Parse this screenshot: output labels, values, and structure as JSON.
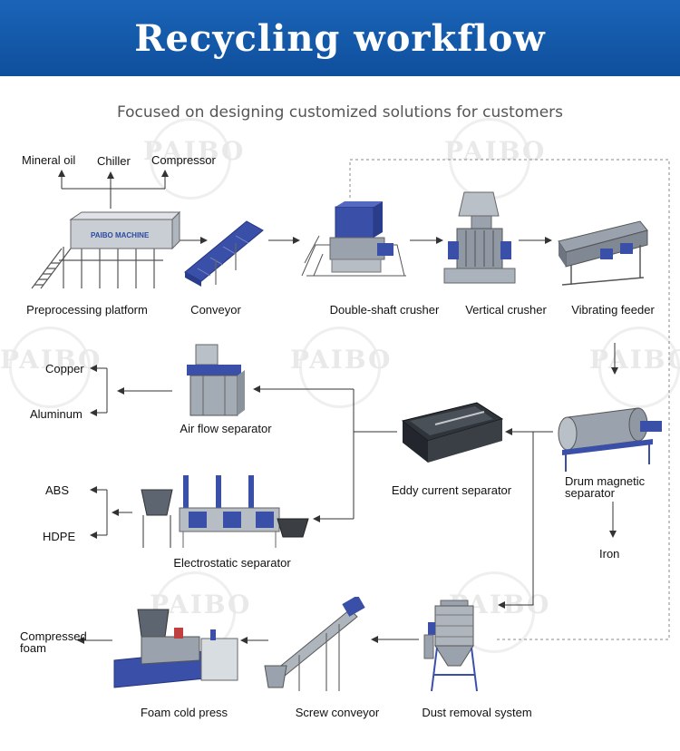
{
  "header": {
    "title": "Recycling workflow",
    "color": "#1a64b8"
  },
  "subtitle": "Focused on designing customized solutions for customers",
  "watermark": "PAIBO",
  "brand_on_machine": "PAIBO MACHINE",
  "inputs": [
    "Mineral oil",
    "Chiller",
    "Compressor"
  ],
  "stages": {
    "preprocessing": "Preprocessing platform",
    "conveyor": "Conveyor",
    "double_shaft": "Double-shaft crusher",
    "vertical": "Vertical crusher",
    "vibrating": "Vibrating feeder",
    "drum_magnetic": "Drum magnetic\nseparator",
    "eddy": "Eddy current separator",
    "air_flow": "Air flow separator",
    "electrostatic": "Electrostatic separator",
    "dust": "Dust removal system",
    "screw": "Screw conveyor",
    "foam_press": "Foam cold press"
  },
  "outputs": {
    "copper": "Copper",
    "aluminum": "Aluminum",
    "abs": "ABS",
    "hdpe": "HDPE",
    "iron": "Iron",
    "compressed_foam": "Compressed\nfoam"
  },
  "colors": {
    "machine_blue": "#3a4fa8",
    "machine_grey": "#9aa3ad",
    "arrow": "#333333",
    "dashed": "#888888"
  }
}
